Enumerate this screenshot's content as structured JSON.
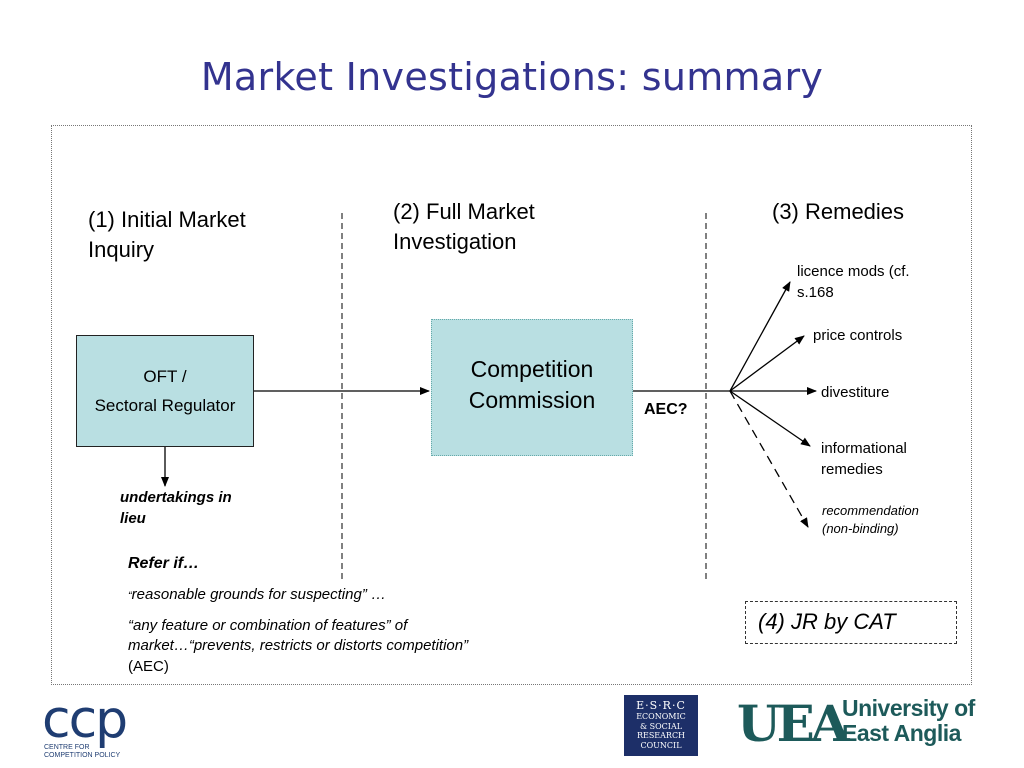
{
  "title": "Market Investigations: summary",
  "phases": {
    "p1": [
      "(1) Initial Market",
      "Inquiry"
    ],
    "p2": [
      "(2) Full Market",
      "Investigation"
    ],
    "p3": "(3) Remedies"
  },
  "oft_box": [
    "OFT /",
    "Sectoral Regulator"
  ],
  "cc_box": [
    "Competition",
    "Commission"
  ],
  "aec_label": "AEC?",
  "undertakings": [
    "undertakings in",
    "lieu"
  ],
  "remedies": {
    "licence": [
      "licence mods (cf.",
      "s.168"
    ],
    "price": "price controls",
    "divestiture": "divestiture",
    "informational": [
      "informational",
      "remedies"
    ],
    "recommendation": [
      "recommendation",
      "(non-binding)"
    ]
  },
  "refer": {
    "heading": "Refer if…",
    "quote_open": "“",
    "quote1": "reasonable grounds for suspecting” …",
    "quote2_lines": [
      "“any feature or combination of features” of",
      "market…“prevents, restricts or distorts competition”"
    ],
    "aec_paren": "(AEC)"
  },
  "jr": "(4) JR by CAT",
  "logos": {
    "ccp": "ccp",
    "ccp_sub": [
      "CENTRE FOR",
      "COMPETITION POLICY"
    ],
    "esrc": [
      "E·S·R·C",
      "ECONOMIC",
      "& SOCIAL",
      "RESEARCH",
      "COUNCIL"
    ],
    "uea_mark": "UEA",
    "uea_text": [
      "University of",
      "East Anglia"
    ]
  },
  "colors": {
    "title": "#33338f",
    "box_fill": "#b9dfe2",
    "logo_navy": "#1d2f68",
    "uea_green": "#1d5a5a"
  }
}
